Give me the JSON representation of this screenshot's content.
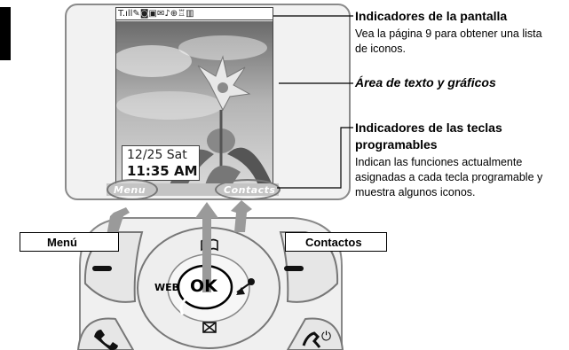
{
  "phone": {
    "status_icons": "T.ıll✎◙▣✉♪⊕♖▥",
    "date": "12/25 Sat",
    "time": "11:35 AM",
    "softkey_left": "Menu",
    "softkey_right": "Contacts"
  },
  "callouts": {
    "indicators_title": "Indicadores de la pantalla",
    "indicators_desc_1": "Vea la página 9 para obtener una lista",
    "indicators_desc_2": "de iconos.",
    "text_area_title": "Área de texto y gráficos",
    "softkey_title_1": "Indicadores de las teclas",
    "softkey_title_2": "programables",
    "softkey_desc_1": "Indican las funciones actualmente",
    "softkey_desc_2": "asignadas a cada tecla programable y",
    "softkey_desc_3": "muestra algunos iconos."
  },
  "labels": {
    "menu": "Menú",
    "contacts": "Contactos"
  },
  "keypad": {
    "ok": "OK",
    "web": "WEB",
    "end_symbol": "⏻"
  }
}
